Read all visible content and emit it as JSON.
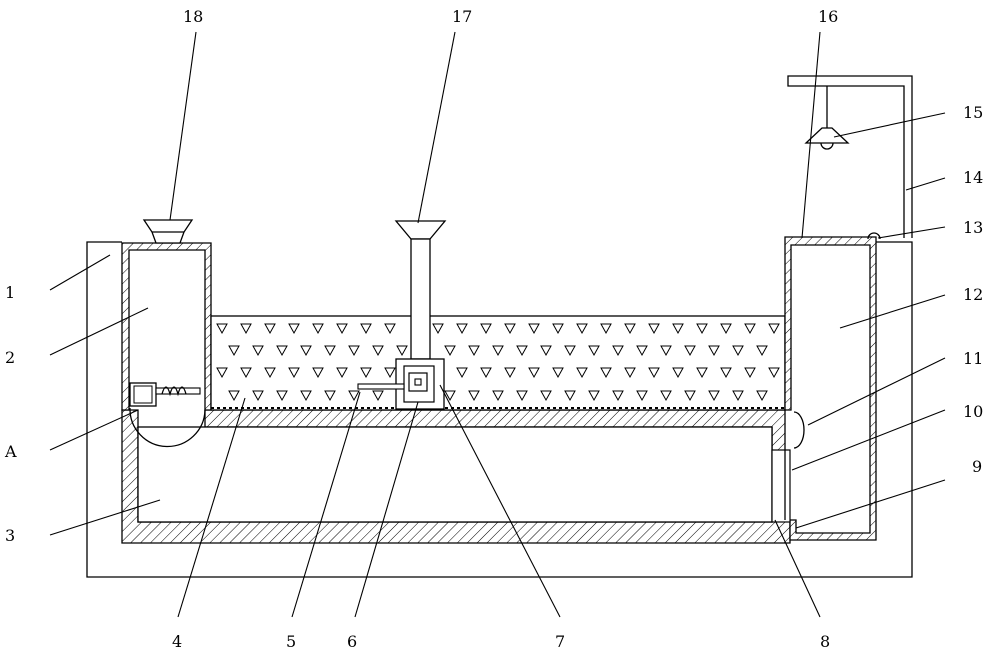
{
  "labels": {
    "l1": "1",
    "l2": "2",
    "lA": "A",
    "l3": "3",
    "l4": "4",
    "l5": "5",
    "l6": "6",
    "l7": "7",
    "l8": "8",
    "l9": "9",
    "l10": "10",
    "l11": "11",
    "l12": "12",
    "l13": "13",
    "l14": "14",
    "l15": "15",
    "l16": "16",
    "l17": "17",
    "l18": "18"
  }
}
